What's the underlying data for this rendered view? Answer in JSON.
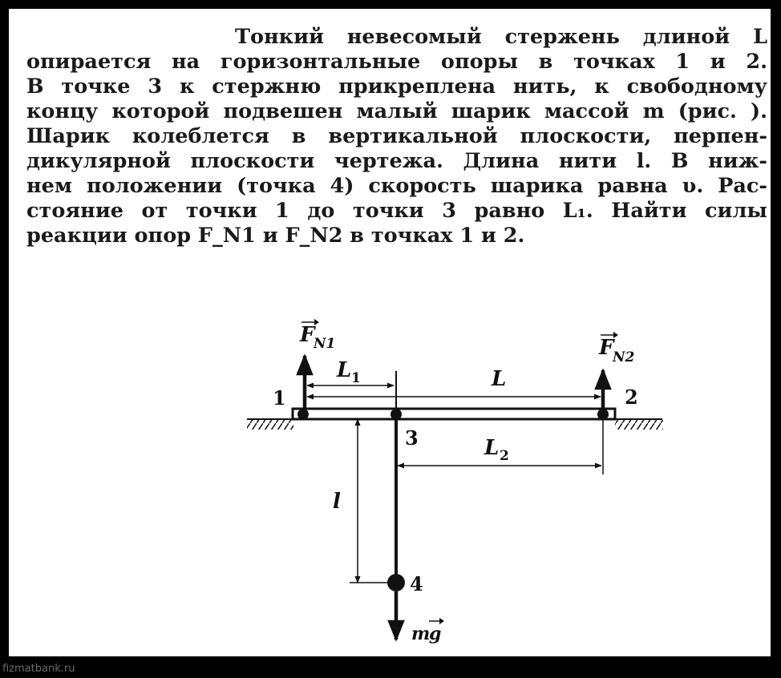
{
  "problem": {
    "lines": [
      "Тонкий невесомый стержень длиной L",
      "опирается на горизонтальные опоры в точках 1 и 2.",
      "В точке 3 к стержню прикреплена нить, к свободному",
      "концу которой подвешен малый шарик массой m (рис.   ).",
      "Шарик колеблется в вертикальной плоскости, перпен-",
      "дикулярной плоскости чертежа. Длина нити l. В ниж-",
      "нем положении (точка 4) скорость шарика равна υ. Рас-",
      "стояние от точки 1 до точки 3 равно L₁. Найти силы",
      "реакции опор F_N1 и F_N2 в точках 1 и 2."
    ]
  },
  "diagram": {
    "force_1": {
      "symbol": "F",
      "subscript": "N1"
    },
    "force_2": {
      "symbol": "F",
      "subscript": "N2"
    },
    "point_1": "1",
    "point_2": "2",
    "point_3": "3",
    "point_4": "4",
    "dim_L1": {
      "symbol": "L",
      "subscript": "1"
    },
    "dim_L": "L",
    "dim_L2": {
      "symbol": "L",
      "subscript": "2"
    },
    "dim_l": "l",
    "gravity": {
      "symbol": "m",
      "vector": "g"
    }
  },
  "watermark": "fizmatbank.ru"
}
